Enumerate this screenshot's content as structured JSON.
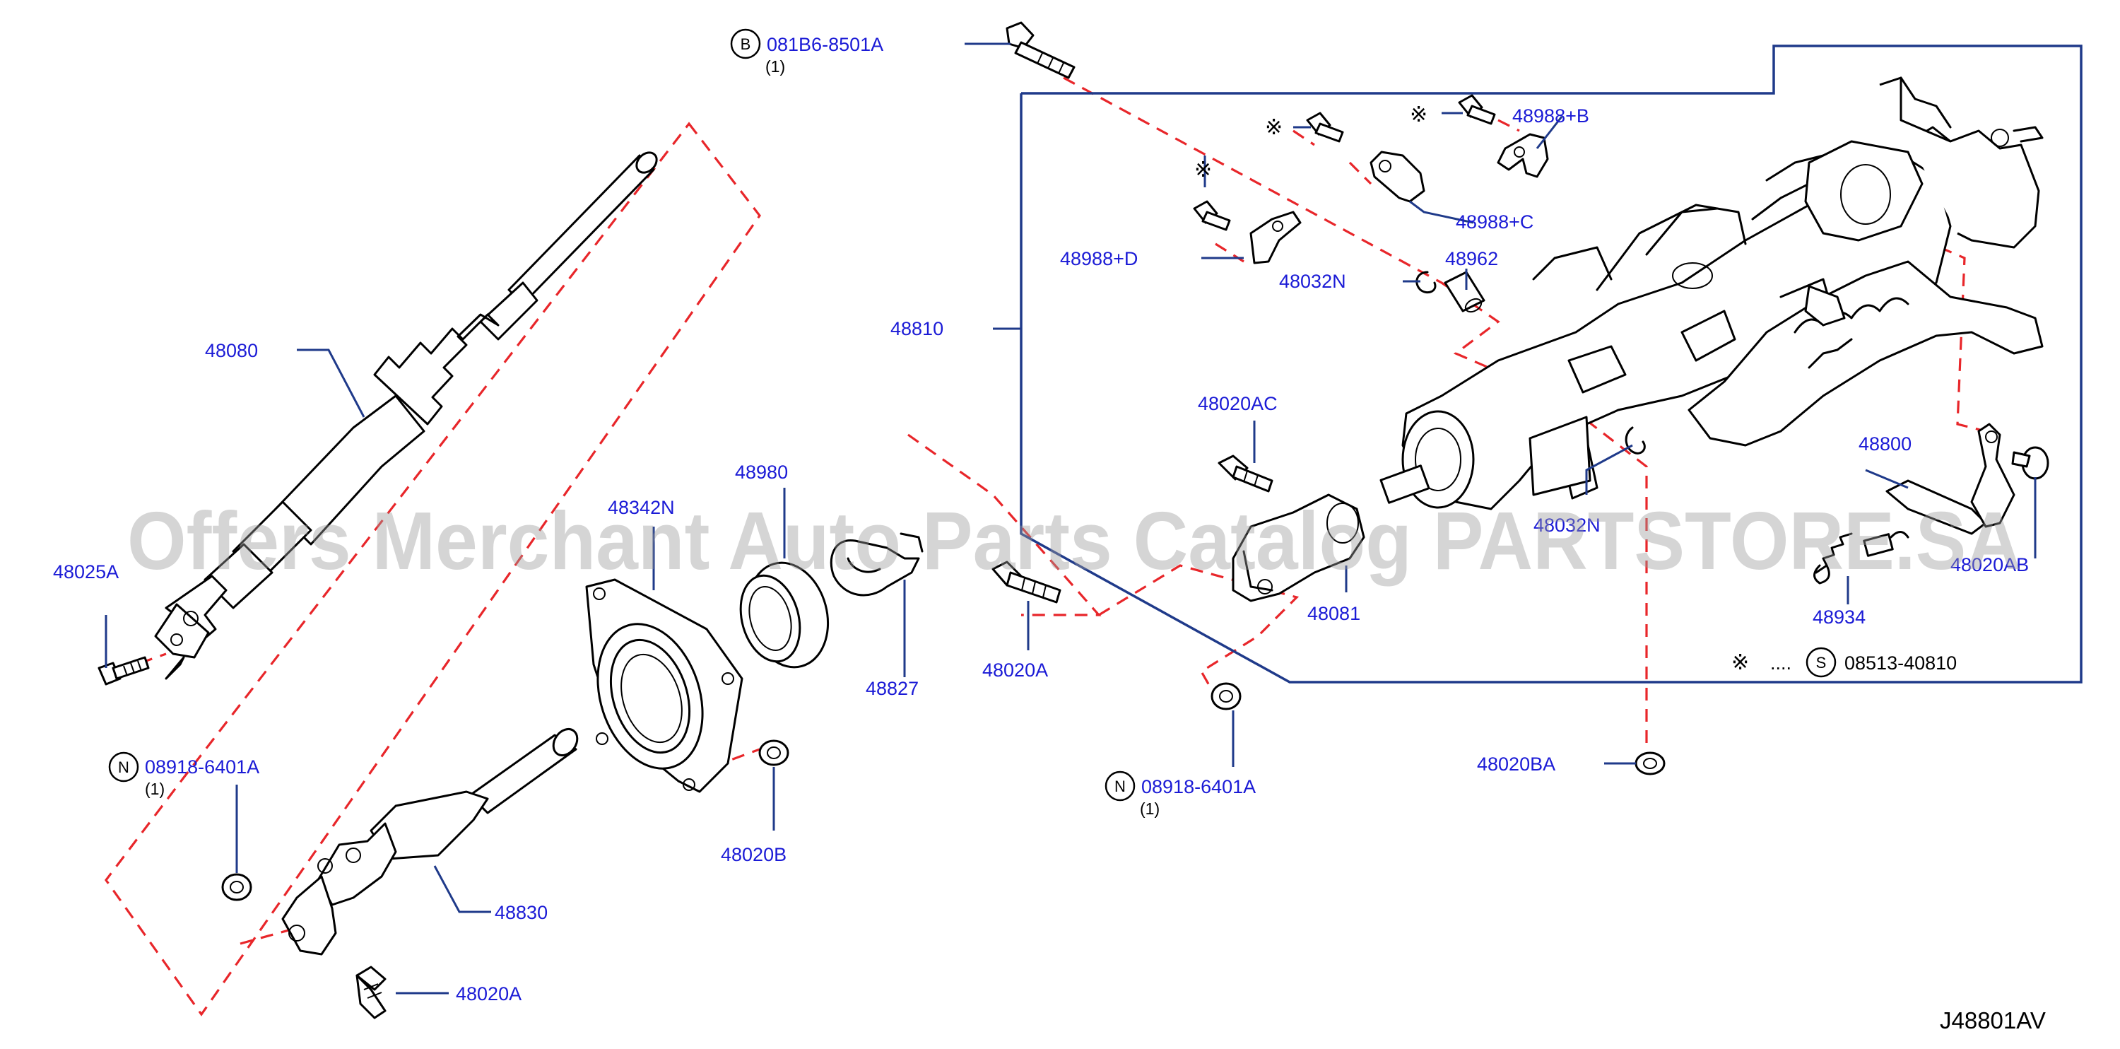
{
  "diagram_code": "J48801AV",
  "watermark": "Offers Merchant Auto Parts Catalog PARTSTORE.SA",
  "legend": {
    "symbol": "※",
    "dots": "....",
    "prefix": "S",
    "part": "08513-40810"
  },
  "colors": {
    "label": "#1b1bd6",
    "leader": "#1f3a8a",
    "dash": "#e8262a",
    "outline": "#000000"
  },
  "callouts": {
    "p081B6": {
      "prefix": "B",
      "label": "081B6-8501A",
      "qty": "(1)"
    },
    "p08918_left": {
      "prefix": "N",
      "label": "08918-6401A",
      "qty": "(1)"
    },
    "p08918_center": {
      "prefix": "N",
      "label": "08918-6401A",
      "qty": "(1)"
    }
  },
  "labels": {
    "l48080": "48080",
    "l48025A": "48025A",
    "l48342N": "48342N",
    "l48980": "48980",
    "l48827": "48827",
    "l48020A_mid": "48020A",
    "l48020AC": "48020AC",
    "l48081": "48081",
    "l48810": "48810",
    "l48988D": "48988+D",
    "l48988C": "48988+C",
    "l48988B": "48988+B",
    "l48032N_top": "48032N",
    "l48962": "48962",
    "l48032N_low": "48032N",
    "l48800": "48800",
    "l48020AB": "48020AB",
    "l48934": "48934",
    "l48020BA": "48020BA",
    "l48020B": "48020B",
    "l48830": "48830",
    "l48020A_low": "48020A"
  },
  "asterisks": {
    "a1": "※",
    "a2": "※",
    "a3": "※"
  }
}
